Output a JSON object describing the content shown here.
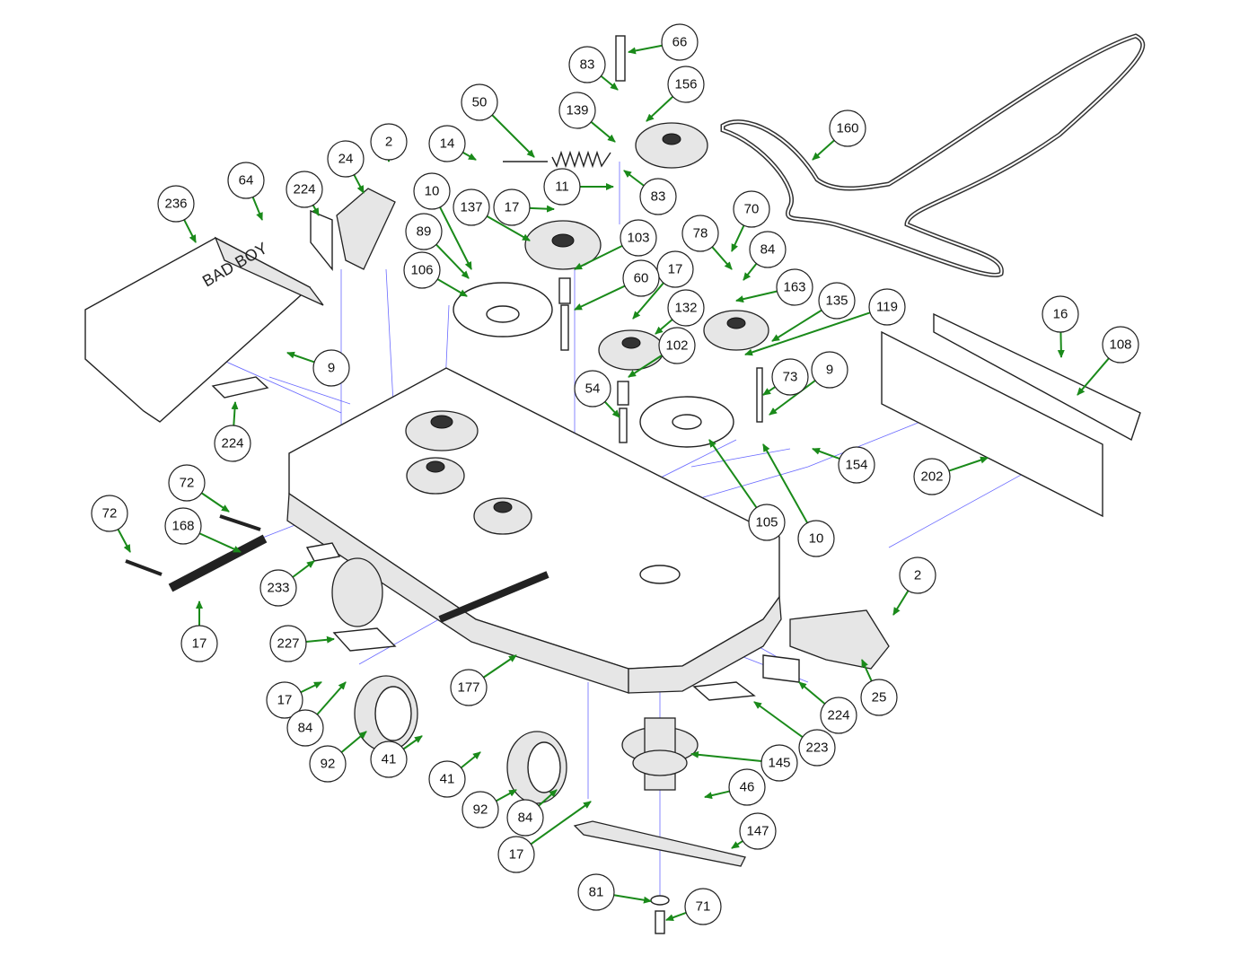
{
  "diagram": {
    "type": "exploded parts diagram",
    "logo_text": "BAD BOY",
    "leader_color": "#1a8a1a",
    "guide_line_color": "#6a6aff",
    "callouts": [
      "66",
      "83",
      "156",
      "50",
      "139",
      "160",
      "2",
      "14",
      "24",
      "11",
      "83",
      "64",
      "224",
      "236",
      "10",
      "17",
      "137",
      "70",
      "103",
      "78",
      "84",
      "89",
      "106",
      "17",
      "60",
      "163",
      "135",
      "119",
      "16",
      "132",
      "108",
      "102",
      "9",
      "73",
      "9",
      "54",
      "154",
      "224",
      "202",
      "72",
      "72",
      "168",
      "105",
      "10",
      "233",
      "2",
      "17",
      "227",
      "177",
      "25",
      "17",
      "224",
      "84",
      "223",
      "92",
      "41",
      "145",
      "41",
      "46",
      "92",
      "84",
      "147",
      "17",
      "81",
      "71"
    ]
  }
}
